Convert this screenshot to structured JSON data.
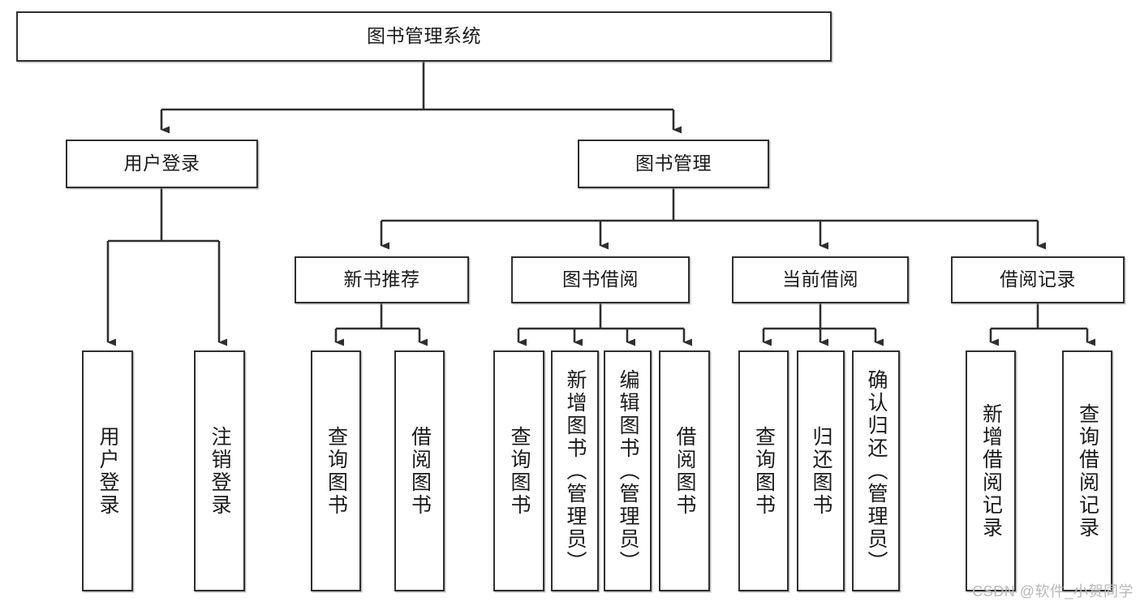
{
  "diagram": {
    "type": "tree-hierarchy",
    "title": "图书管理系统",
    "watermark": "CSDN @软件_小贺同学",
    "colors": {
      "box_border": "#2f2f2f",
      "box_fill": "#ffffff",
      "edge": "#2f2f2f",
      "text": "#1b1b1b",
      "watermark": "#b9b9b9"
    },
    "levels": {
      "level1": "root",
      "level2": "modules",
      "level3": "sub-modules",
      "level4": "functions"
    },
    "nodes": {
      "root": {
        "label": "图书管理系统"
      },
      "user_login": {
        "label": "用户登录"
      },
      "book_manage": {
        "label": "图书管理"
      },
      "new_book_rec": {
        "label": "新书推荐"
      },
      "book_borrow": {
        "label": "图书借阅"
      },
      "current_borrow": {
        "label": "当前借阅"
      },
      "borrow_record": {
        "label": "借阅记录"
      },
      "leaf_user_login": {
        "label": "用户登录"
      },
      "leaf_logout": {
        "label": "注销登录"
      },
      "leaf_query_book_1": {
        "label": "查询图书"
      },
      "leaf_borrow_book_1": {
        "label": "借阅图书"
      },
      "leaf_query_book_2": {
        "label": "查询图书"
      },
      "leaf_add_book": {
        "label": "新增图书（管理员）"
      },
      "leaf_edit_book": {
        "label": "编辑图书（管理员）"
      },
      "leaf_borrow_book_2": {
        "label": "借阅图书"
      },
      "leaf_query_book_3": {
        "label": "查询图书"
      },
      "leaf_return_book": {
        "label": "归还图书"
      },
      "leaf_confirm_return": {
        "label": "确认归还（管理员）"
      },
      "leaf_add_record": {
        "label": "新增借阅记录"
      },
      "leaf_query_record": {
        "label": "查询借阅记录"
      }
    },
    "edges": [
      {
        "from": "root",
        "to": "user_login"
      },
      {
        "from": "root",
        "to": "book_manage"
      },
      {
        "from": "user_login",
        "to": "leaf_user_login"
      },
      {
        "from": "user_login",
        "to": "leaf_logout"
      },
      {
        "from": "book_manage",
        "to": "new_book_rec"
      },
      {
        "from": "book_manage",
        "to": "book_borrow"
      },
      {
        "from": "book_manage",
        "to": "current_borrow"
      },
      {
        "from": "book_manage",
        "to": "borrow_record"
      },
      {
        "from": "new_book_rec",
        "to": "leaf_query_book_1"
      },
      {
        "from": "new_book_rec",
        "to": "leaf_borrow_book_1"
      },
      {
        "from": "book_borrow",
        "to": "leaf_query_book_2"
      },
      {
        "from": "book_borrow",
        "to": "leaf_add_book"
      },
      {
        "from": "book_borrow",
        "to": "leaf_edit_book"
      },
      {
        "from": "book_borrow",
        "to": "leaf_borrow_book_2"
      },
      {
        "from": "current_borrow",
        "to": "leaf_query_book_3"
      },
      {
        "from": "current_borrow",
        "to": "leaf_return_book"
      },
      {
        "from": "current_borrow",
        "to": "leaf_confirm_return"
      },
      {
        "from": "borrow_record",
        "to": "leaf_add_record"
      },
      {
        "from": "borrow_record",
        "to": "leaf_query_record"
      }
    ]
  }
}
